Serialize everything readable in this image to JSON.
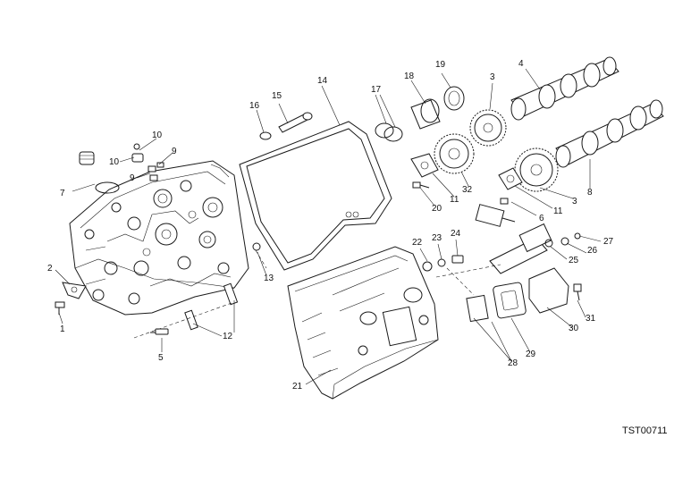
{
  "diagram": {
    "reference_code": "TST00711",
    "callouts": [
      {
        "key": "c1",
        "label": "1"
      },
      {
        "key": "c2",
        "label": "2"
      },
      {
        "key": "c3a",
        "label": "3"
      },
      {
        "key": "c3b",
        "label": "3"
      },
      {
        "key": "c4",
        "label": "4"
      },
      {
        "key": "c5",
        "label": "5"
      },
      {
        "key": "c6",
        "label": "6"
      },
      {
        "key": "c7",
        "label": "7"
      },
      {
        "key": "c8",
        "label": "8"
      },
      {
        "key": "c9a",
        "label": "9"
      },
      {
        "key": "c9b",
        "label": "9"
      },
      {
        "key": "c10a",
        "label": "10"
      },
      {
        "key": "c10b",
        "label": "10"
      },
      {
        "key": "c11a",
        "label": "11"
      },
      {
        "key": "c11b",
        "label": "11"
      },
      {
        "key": "c12",
        "label": "12"
      },
      {
        "key": "c13",
        "label": "13"
      },
      {
        "key": "c14",
        "label": "14"
      },
      {
        "key": "c15",
        "label": "15"
      },
      {
        "key": "c16",
        "label": "16"
      },
      {
        "key": "c17",
        "label": "17"
      },
      {
        "key": "c18",
        "label": "18"
      },
      {
        "key": "c19",
        "label": "19"
      },
      {
        "key": "c20",
        "label": "20"
      },
      {
        "key": "c21",
        "label": "21"
      },
      {
        "key": "c22",
        "label": "22"
      },
      {
        "key": "c23",
        "label": "23"
      },
      {
        "key": "c24",
        "label": "24"
      },
      {
        "key": "c25",
        "label": "25"
      },
      {
        "key": "c26",
        "label": "26"
      },
      {
        "key": "c27",
        "label": "27"
      },
      {
        "key": "c28",
        "label": "28"
      },
      {
        "key": "c29",
        "label": "29"
      },
      {
        "key": "c30",
        "label": "30"
      },
      {
        "key": "c31",
        "label": "31"
      },
      {
        "key": "c32",
        "label": "32"
      }
    ]
  }
}
